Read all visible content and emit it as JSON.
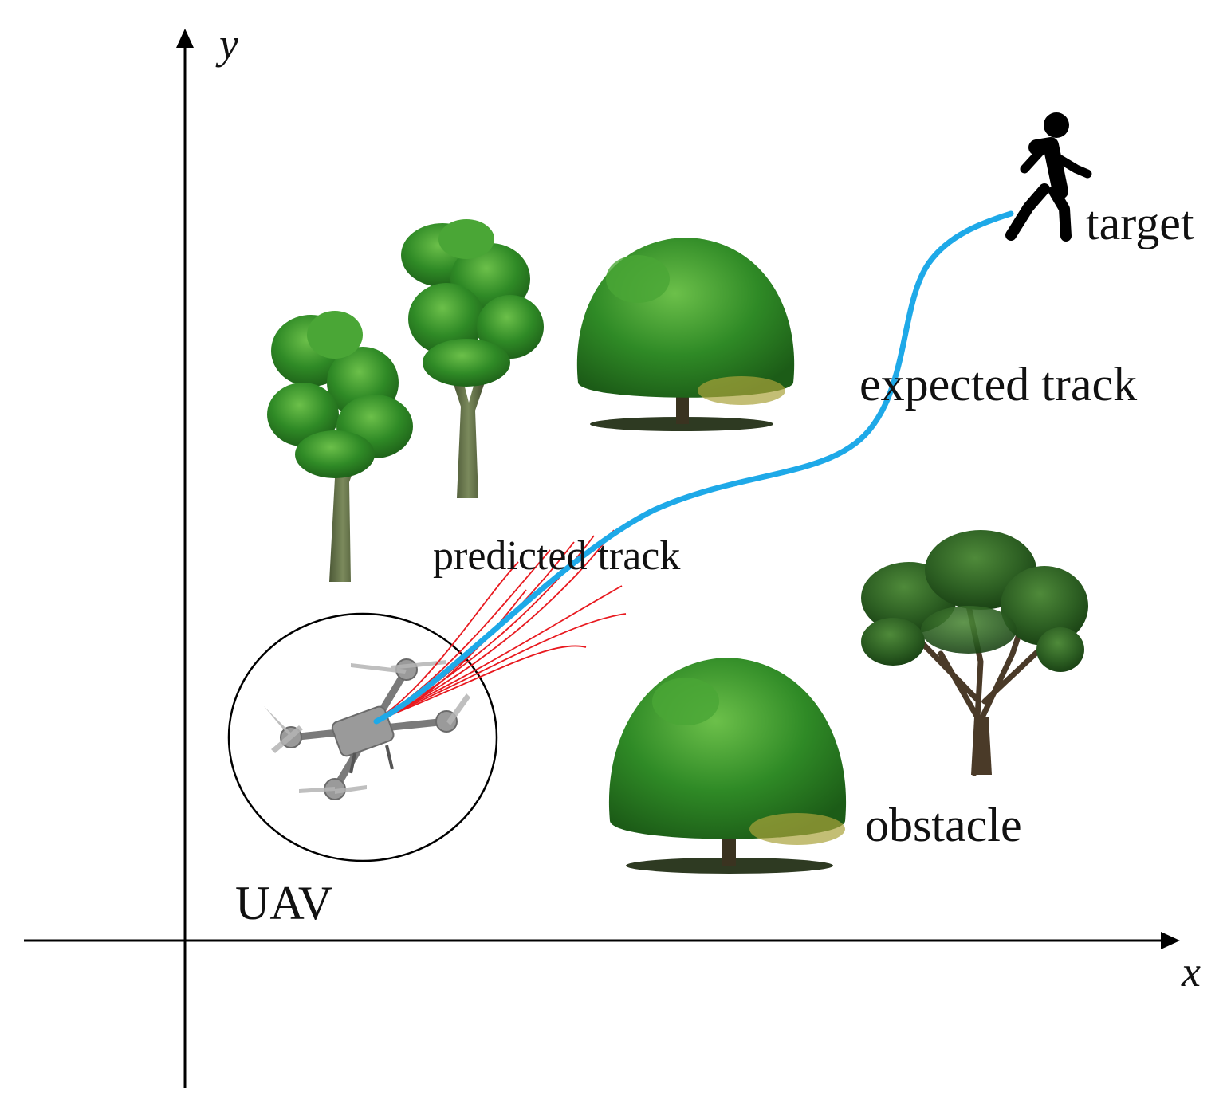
{
  "axes": {
    "x_label": "x",
    "y_label": "y"
  },
  "labels": {
    "uav": "UAV",
    "predicted_track": "predicted track",
    "expected_track": "expected track",
    "target": "target",
    "obstacle": "obstacle"
  },
  "colors": {
    "axis": "#000000",
    "expected_track": "#1ea9e8",
    "predicted_track": "#e8191f",
    "foliage_light": "#3f9a2f",
    "foliage_mid": "#2f7f24",
    "foliage_dark": "#1f5e18",
    "trunk": "#5a5a3c",
    "uav_body": "#8a8a8a",
    "target": "#000000"
  },
  "icons": {
    "target": "walking-person-icon",
    "uav": "quadrotor-drone-icon",
    "obstacle": "tree-icon"
  }
}
